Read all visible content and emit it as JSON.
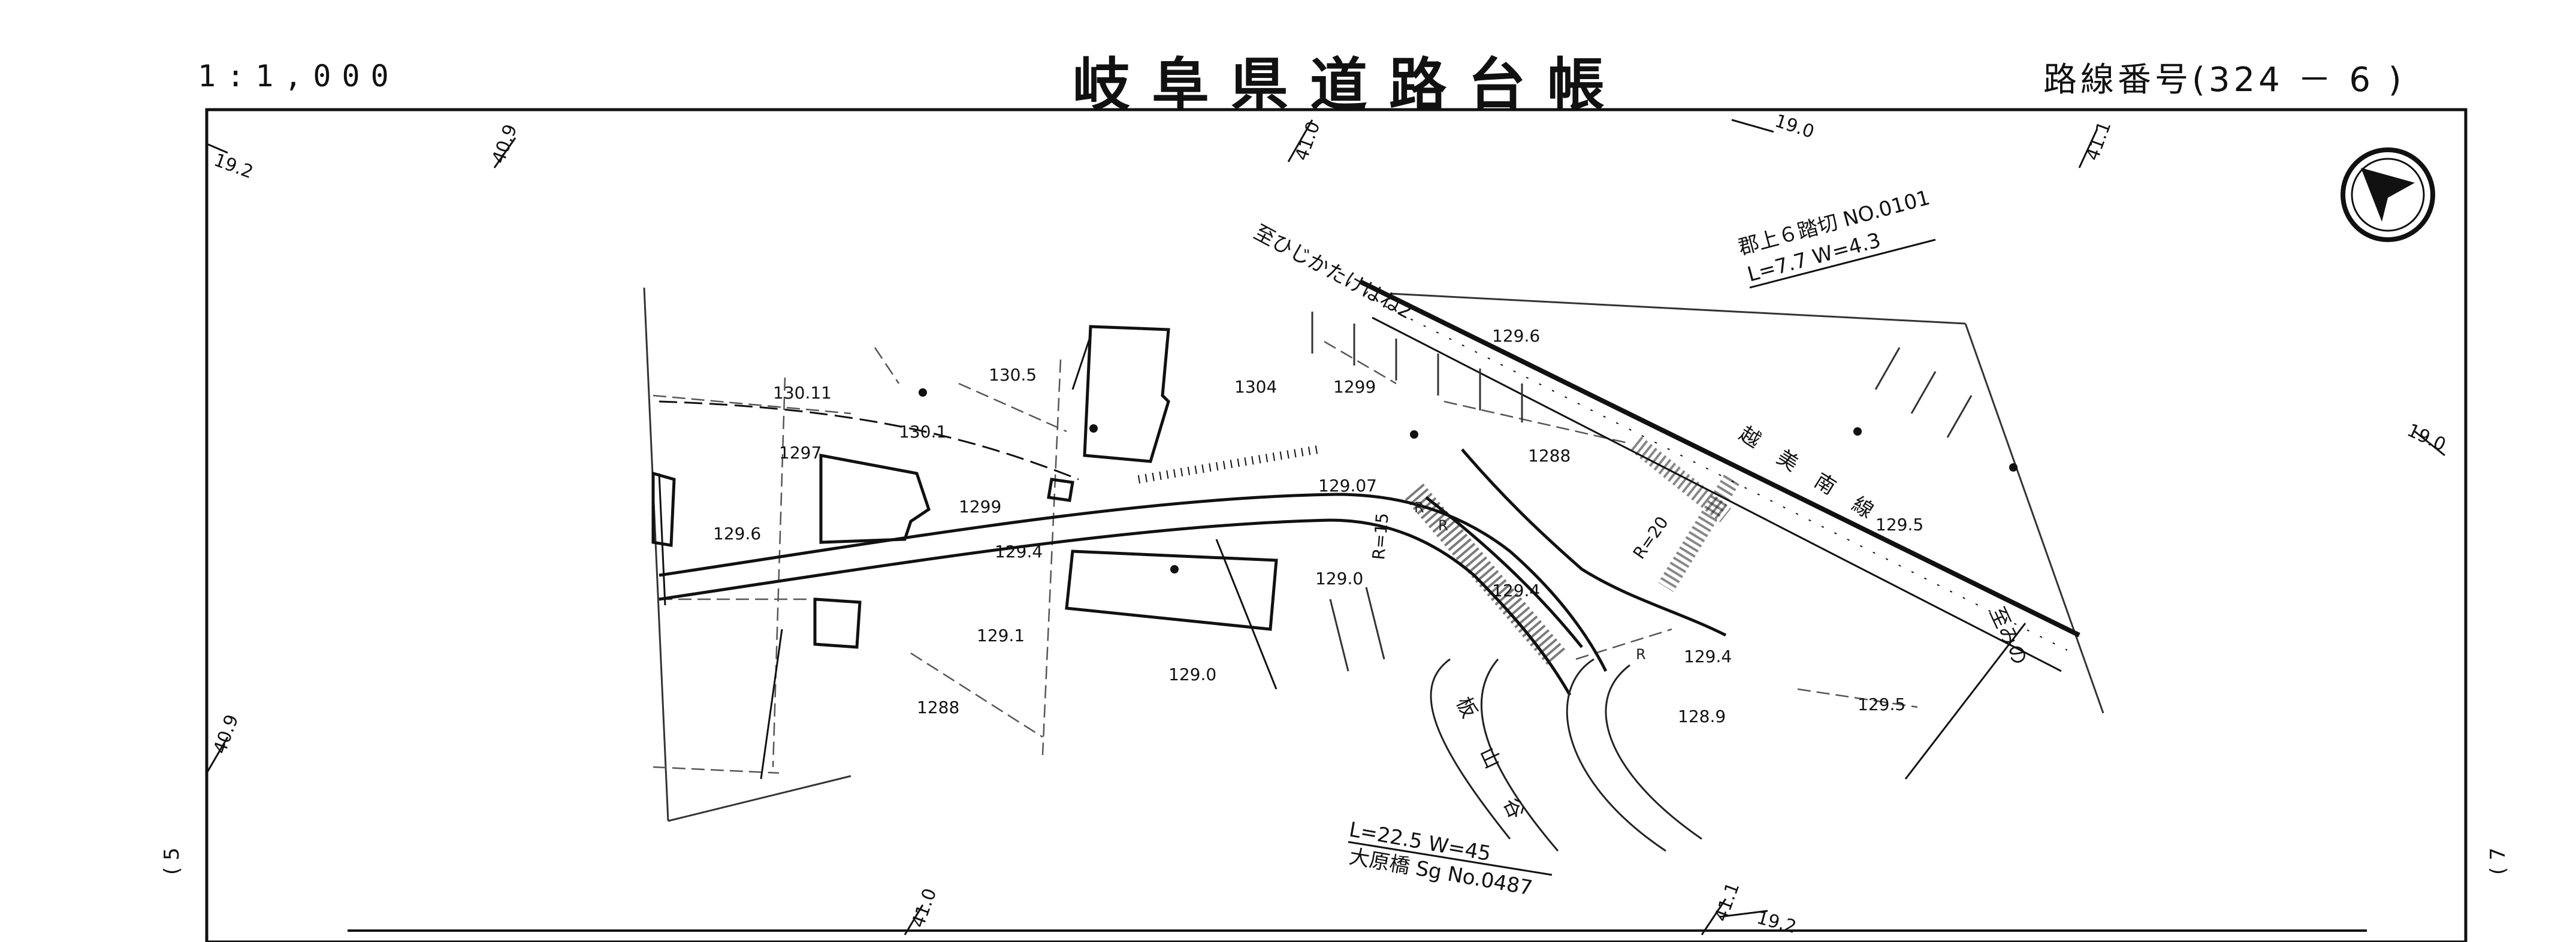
{
  "header": {
    "scale": "1:1,000",
    "title": "岐阜県道路台帳",
    "route_label": "路線番号",
    "route_value": "(324 － 6 )"
  },
  "side_refs": {
    "left": "( 5",
    "right": "( 7"
  },
  "grid_labels": [
    "19.2",
    "40.9",
    "41.0",
    "19.0",
    "41.1",
    "19.0",
    "40.9",
    "41.0",
    "41.1",
    "19.2"
  ],
  "elevations": [
    "130.11",
    "130.5",
    "130.1",
    "1304",
    "1299",
    "1297",
    "1299",
    "129.6",
    "129.6",
    "1288",
    "129.07",
    "129.4",
    "129.0",
    "129.1",
    "129.0",
    "1288",
    "129.5",
    "129.4",
    "129.4",
    "128.9",
    "129.5"
  ],
  "curve_labels": [
    "R=15",
    "R=20",
    "R",
    "R",
    "R"
  ],
  "annotations": {
    "crossing_name": "郡上６踏切 NO.0101",
    "crossing_dims": "L=7.7 W=4.3",
    "bridge_dims": "L=22.5 W=45",
    "bridge_name": "大原橋 Sg No.0487",
    "road_to_1": "至ひじかたけはね2",
    "railway": "越美南線",
    "road_to_2": "至みの",
    "river": "板 山 谷"
  },
  "north_arrow": "north-arrow"
}
